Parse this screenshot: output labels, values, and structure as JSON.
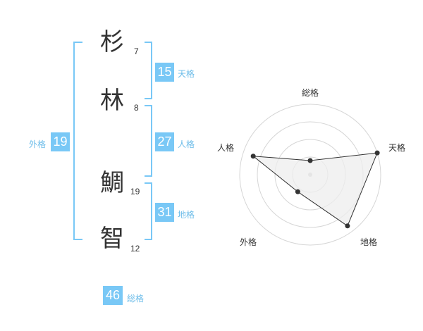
{
  "name": {
    "chars": [
      {
        "char": "杉",
        "strokes": "7"
      },
      {
        "char": "林",
        "strokes": "8"
      },
      {
        "char": "鯛",
        "strokes": "19"
      },
      {
        "char": "智",
        "strokes": "12"
      }
    ]
  },
  "fortunes": {
    "tenkaku": {
      "value": "15",
      "label": "天格"
    },
    "jinkaku": {
      "value": "27",
      "label": "人格"
    },
    "chikaku": {
      "value": "31",
      "label": "地格"
    },
    "gaikaku": {
      "value": "19",
      "label": "外格"
    },
    "soukaku": {
      "value": "46",
      "label": "総格"
    }
  },
  "colors": {
    "accent": "#79c8f6",
    "bracket": "#79c8f6",
    "radar_fill": "#eeeeee",
    "radar_line": "#333333"
  },
  "chart_data": {
    "type": "radar",
    "axes": [
      "総格",
      "天格",
      "地格",
      "外格",
      "人格"
    ],
    "rings": 4,
    "series": [
      {
        "values": [
          0.2,
          1.0,
          0.9,
          0.3,
          0.85
        ]
      }
    ]
  }
}
